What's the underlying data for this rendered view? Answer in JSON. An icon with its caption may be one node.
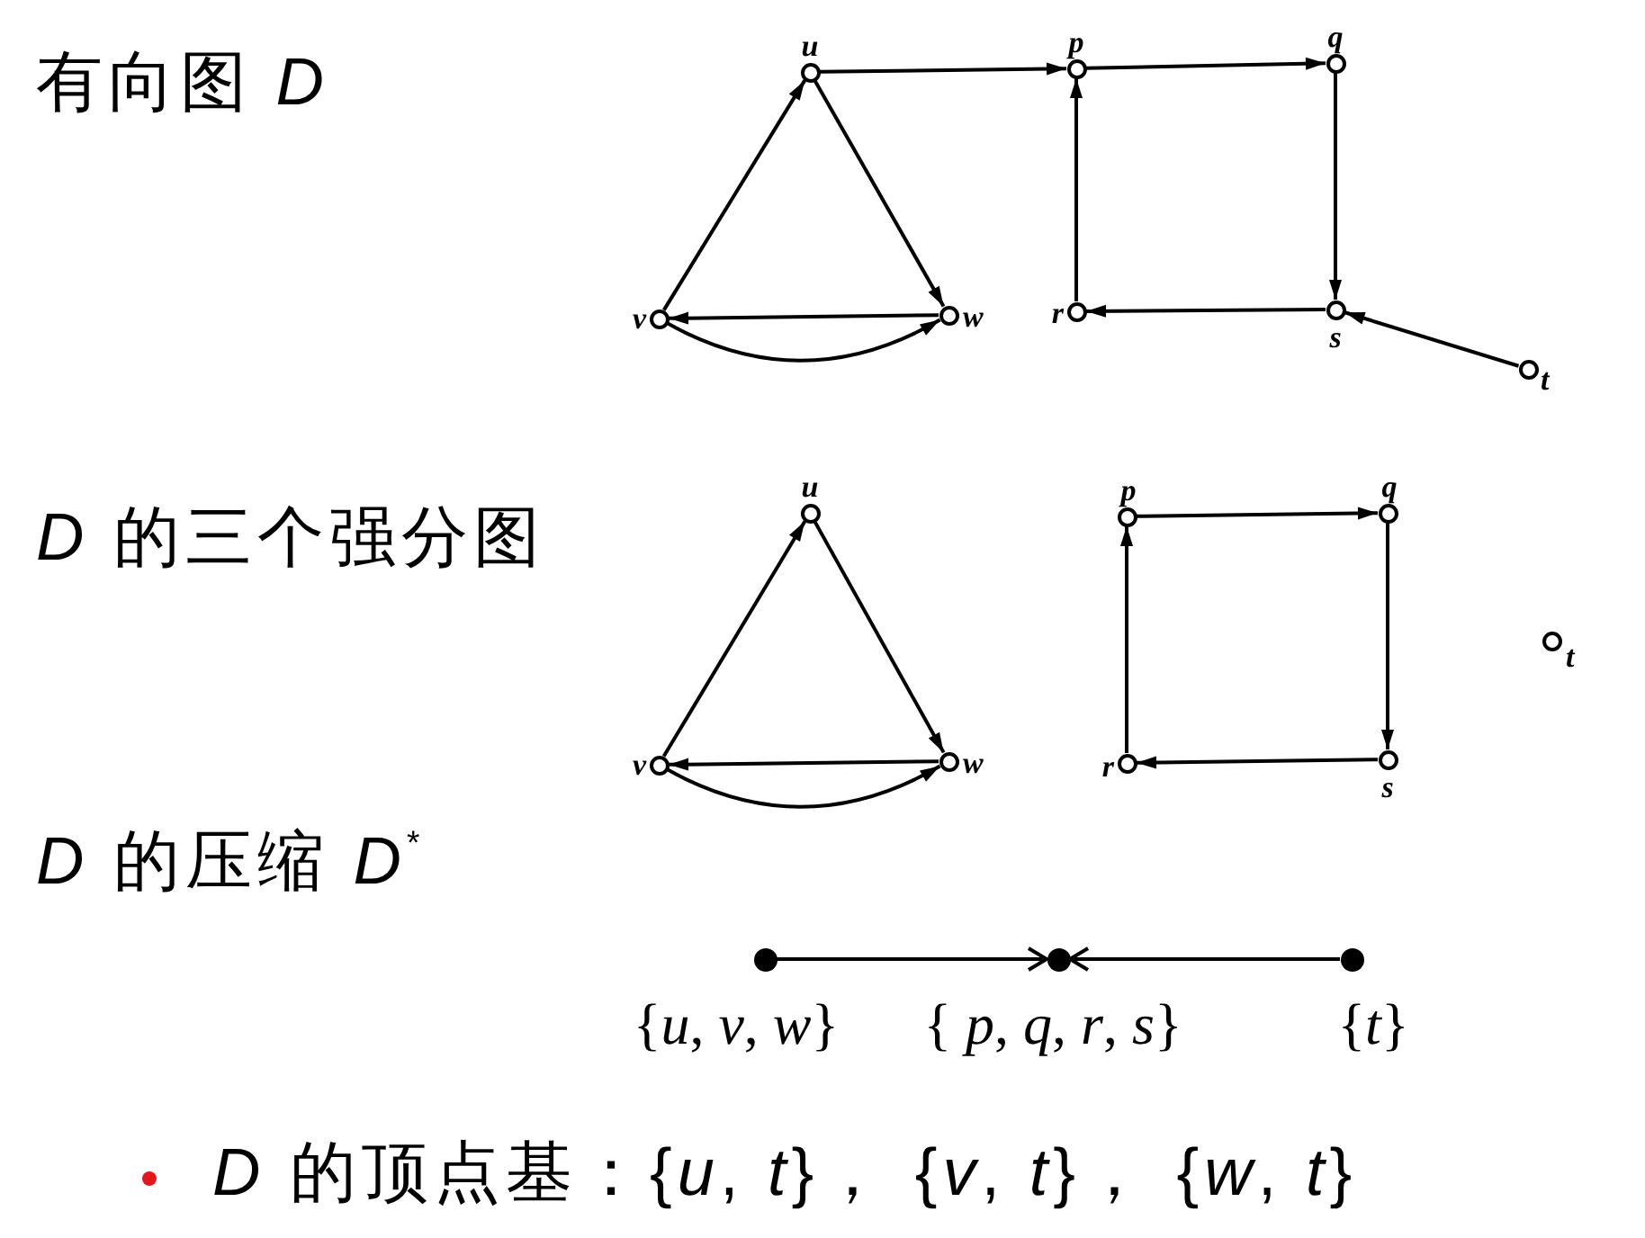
{
  "diagram": {
    "nodes": [
      {
        "text": [],
        "shape": "circle",
        "beside": [
          "u"
        ]
      },
      {
        "text": [],
        "shape": "circle",
        "beside": [
          "v"
        ]
      },
      {
        "text": [],
        "shape": "circle",
        "beside": [
          "w"
        ]
      },
      {
        "text": [],
        "shape": "circle",
        "beside": [
          "p"
        ]
      },
      {
        "text": [],
        "shape": "circle",
        "beside": [
          "q"
        ]
      },
      {
        "text": [],
        "shape": "circle",
        "beside": [
          "r"
        ]
      },
      {
        "text": [],
        "shape": "circle",
        "beside": [
          "s"
        ]
      },
      {
        "text": [],
        "shape": "circle",
        "beside": [
          "t"
        ]
      },
      {
        "text": [],
        "shape": "circle",
        "beside": [
          "u"
        ]
      },
      {
        "text": [],
        "shape": "circle",
        "beside": [
          "v"
        ]
      },
      {
        "text": [],
        "shape": "circle",
        "beside": [
          "w"
        ]
      },
      {
        "text": [],
        "shape": "circle",
        "beside": [
          "p"
        ]
      },
      {
        "text": [],
        "shape": "circle",
        "beside": [
          "q"
        ]
      },
      {
        "text": [],
        "shape": "circle",
        "beside": [
          "r"
        ]
      },
      {
        "text": [],
        "shape": "circle",
        "beside": [
          "s"
        ]
      },
      {
        "text": [],
        "shape": "circle",
        "beside": [
          "t"
        ]
      },
      {
        "text": [],
        "shape": "dot",
        "beside": [
          "{*u*, *v*, *w*}"
        ]
      },
      {
        "text": [],
        "shape": "dot",
        "beside": [
          "{ *p*, *q*, *r*, *s*}"
        ]
      },
      {
        "text": [],
        "shape": "dot",
        "beside": [
          "{*t*}"
        ]
      }
    ],
    "edges": [
      {
        "from": 1,
        "to": 0,
        "arrow": "to"
      },
      {
        "from": 0,
        "to": 2,
        "arrow": "to"
      },
      {
        "from": 2,
        "to": 1,
        "arrow": "to"
      },
      {
        "from": 1,
        "to": 2,
        "arrow": "to"
      },
      {
        "from": 0,
        "to": 3,
        "arrow": "to"
      },
      {
        "from": 3,
        "to": 4,
        "arrow": "to"
      },
      {
        "from": 4,
        "to": 6,
        "arrow": "to"
      },
      {
        "from": 6,
        "to": 5,
        "arrow": "to"
      },
      {
        "from": 5,
        "to": 3,
        "arrow": "to"
      },
      {
        "from": 7,
        "to": 6,
        "arrow": "to"
      },
      {
        "from": 9,
        "to": 8,
        "arrow": "to"
      },
      {
        "from": 8,
        "to": 10,
        "arrow": "to"
      },
      {
        "from": 10,
        "to": 9,
        "arrow": "to"
      },
      {
        "from": 9,
        "to": 10,
        "arrow": "to"
      },
      {
        "from": 11,
        "to": 12,
        "arrow": "to"
      },
      {
        "from": 12,
        "to": 14,
        "arrow": "to"
      },
      {
        "from": 14,
        "to": 13,
        "arrow": "to"
      },
      {
        "from": 13,
        "to": 11,
        "arrow": "to"
      },
      {
        "from": 16,
        "to": 17,
        "arrow": "to"
      },
      {
        "from": 18,
        "to": 17,
        "arrow": "to"
      }
    ],
    "labels": [
      "有向图 *D*",
      "*D* 的三个强分图",
      "*D* 的压缩 *D*$^{*}$",
      "*D* 的顶点基：{*u*, *t*}， {*v*, *t*}， {*w*, *t*}"
    ]
  }
}
